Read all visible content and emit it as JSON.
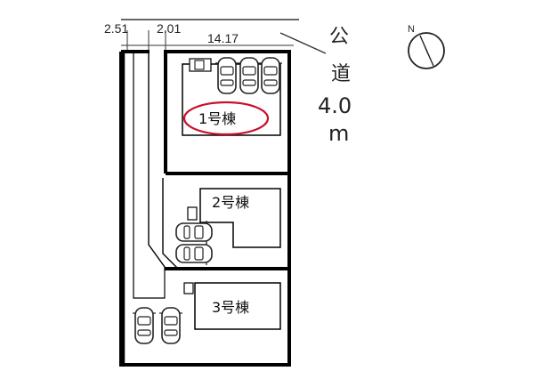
{
  "dimensions": {
    "left_passage": "2.51",
    "right_passage": "2.01",
    "frontage": "14.17"
  },
  "road": {
    "char1": "公",
    "char2": "道",
    "width": "4.0",
    "unit": "m"
  },
  "compass": {
    "north_letter": "N"
  },
  "lots": [
    {
      "label": "1号棟",
      "highlighted": true
    },
    {
      "label": "2号棟",
      "highlighted": false
    },
    {
      "label": "3号棟",
      "highlighted": false
    }
  ],
  "colors": {
    "boundary": "#000000",
    "highlight": "#c8102e",
    "text": "#111111"
  }
}
